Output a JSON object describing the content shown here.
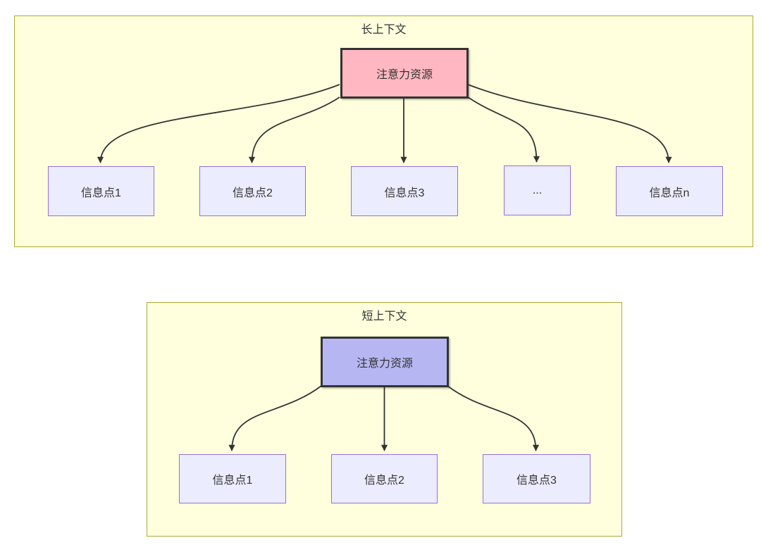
{
  "long_context": {
    "title": "长上下文",
    "attention": "注意力资源",
    "nodes": [
      "信息点1",
      "信息点2",
      "信息点3",
      "...",
      "信息点n"
    ]
  },
  "short_context": {
    "title": "短上下文",
    "attention": "注意力资源",
    "nodes": [
      "信息点1",
      "信息点2",
      "信息点3"
    ]
  },
  "colors": {
    "canvas_bg": "#ffffff",
    "cluster_fill": "#ffffde",
    "cluster_border": "#aaaa33",
    "node_fill": "#ececff",
    "node_border": "#9370db",
    "attention_long_fill": "#ffb8c1",
    "attention_short_fill": "#b6b7f2",
    "attention_border": "#333333",
    "arrow_color": "#333333",
    "text_color": "#333333"
  }
}
